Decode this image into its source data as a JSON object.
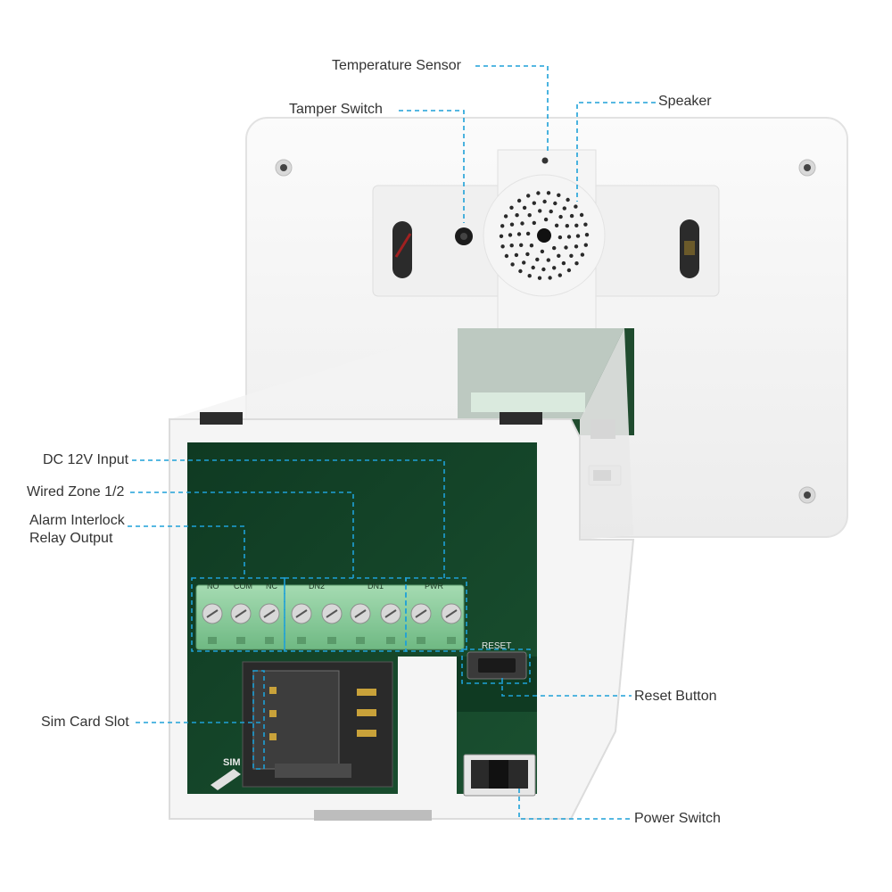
{
  "callouts": {
    "temperature_sensor": "Temperature Sensor",
    "tamper_switch": "Tamper Switch",
    "speaker": "Speaker",
    "dc_input": "DC 12V Input",
    "wired_zone": "Wired Zone 1/2",
    "alarm_interlock_line1": "Alarm Interlock",
    "alarm_interlock_line2": "Relay Output",
    "sim_card_slot": "Sim Card Slot",
    "reset_button": "Reset Button",
    "power_switch": "Power Switch"
  },
  "board_labels": {
    "no": "NO",
    "com": "COM",
    "nc": "NC",
    "dn2": "DN2",
    "dn1": "DN1",
    "pwr": "PWR",
    "reset": "RESET",
    "sim": "SIM"
  },
  "colors": {
    "callout_line": "#1ea1d8",
    "pcb_green": "#123f26",
    "terminal_green": "#8fcf9f",
    "panel_white": "#f7f7f7"
  }
}
